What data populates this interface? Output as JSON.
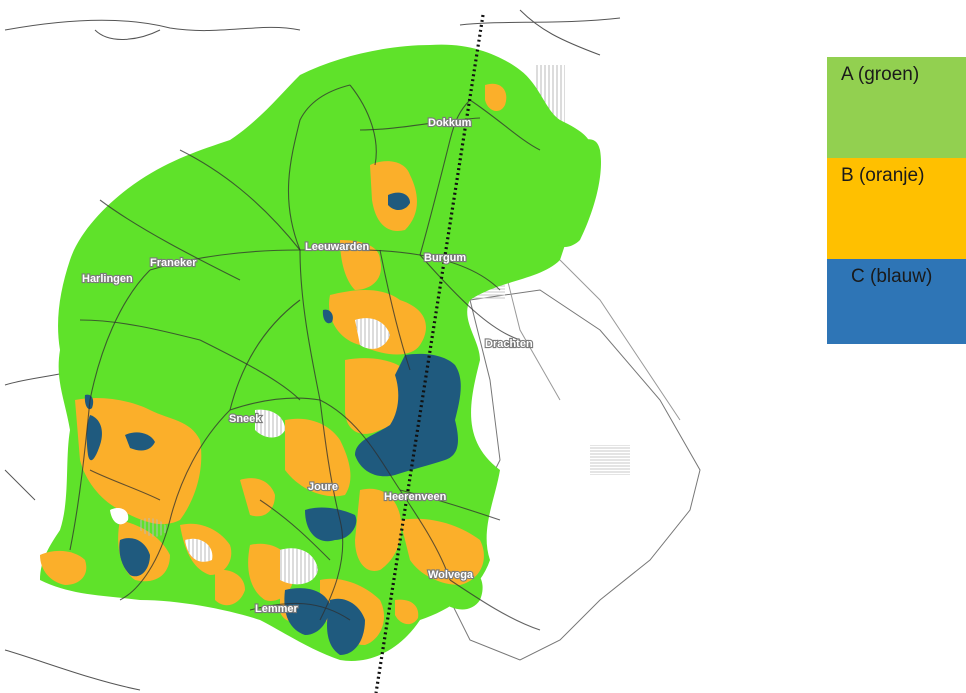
{
  "map": {
    "colors": {
      "green": "#5fe22a",
      "orange": "#fbaf2a",
      "blue": "#1f5a7e",
      "roads": "#333333",
      "coast": "#555555",
      "hatch": "#b8b8b8"
    },
    "towns": {
      "dokkum": "Dokkum",
      "leeuwarden": "Leeuwarden",
      "franeker": "Franeker",
      "harlingen": "Harlingen",
      "burgum": "Burgum",
      "drachten": "Drachten",
      "sneek": "Sneek",
      "joure": "Joure",
      "heerenveen": "Heerenveen",
      "wolvega": "Wolvega",
      "lemmer": "Lemmer"
    }
  },
  "legend": {
    "items": [
      {
        "label": "A (groen)",
        "color": "#92d050"
      },
      {
        "label": "B (oranje)",
        "color": "#ffc000"
      },
      {
        "label": "C (blauw)",
        "color": "#2e75b6"
      }
    ]
  }
}
